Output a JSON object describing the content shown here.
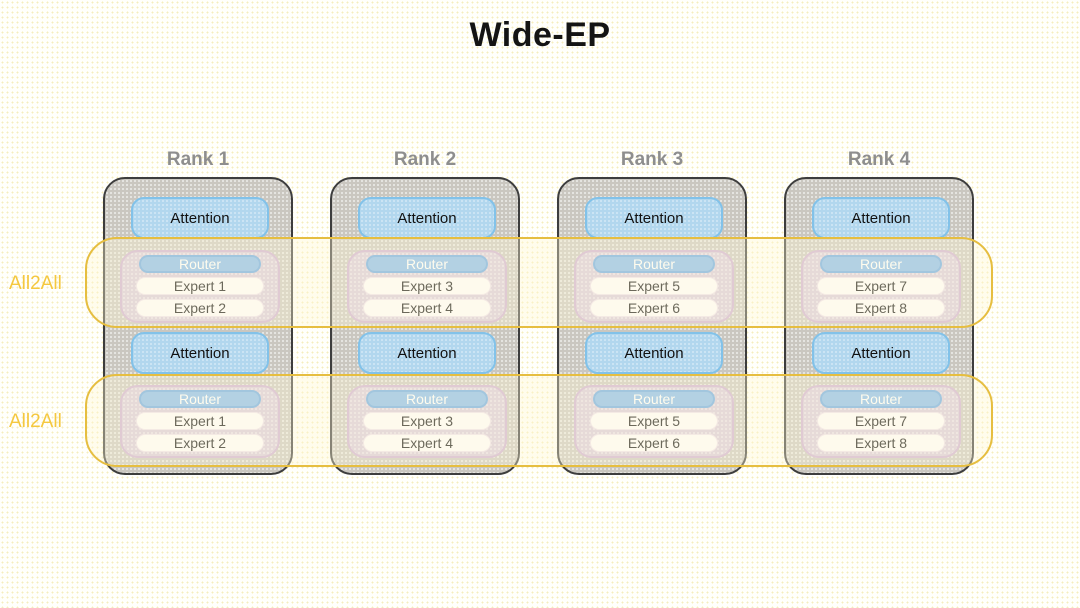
{
  "title": "Wide-EP",
  "blocks": {
    "attention": "Attention",
    "router": "Router"
  },
  "ranks": [
    {
      "label": "Rank 1",
      "experts": [
        "Expert 1",
        "Expert 2"
      ]
    },
    {
      "label": "Rank 2",
      "experts": [
        "Expert 3",
        "Expert 4"
      ]
    },
    {
      "label": "Rank 3",
      "experts": [
        "Expert 5",
        "Expert 6"
      ]
    },
    {
      "label": "Rank 4",
      "experts": [
        "Expert 7",
        "Expert 8"
      ]
    }
  ],
  "bands": [
    {
      "label": "All2All"
    },
    {
      "label": "All2All"
    }
  ],
  "colors": {
    "band_border": "#e6be40",
    "band_label_text": "#f5c83f",
    "rank_fill": "#cac7c0",
    "rank_border": "#3d3d3d",
    "rank_label_text": "#8e8e8e",
    "attention_fill": "#b2d7ee",
    "attention_border": "#82c2e9",
    "moe_fill": "#d7c8db",
    "moe_border": "#cdafd4",
    "router_fill": "#85baee",
    "router_border": "#69a9e5",
    "expert_fill": "#fefcfd",
    "title_text": "#141414"
  }
}
